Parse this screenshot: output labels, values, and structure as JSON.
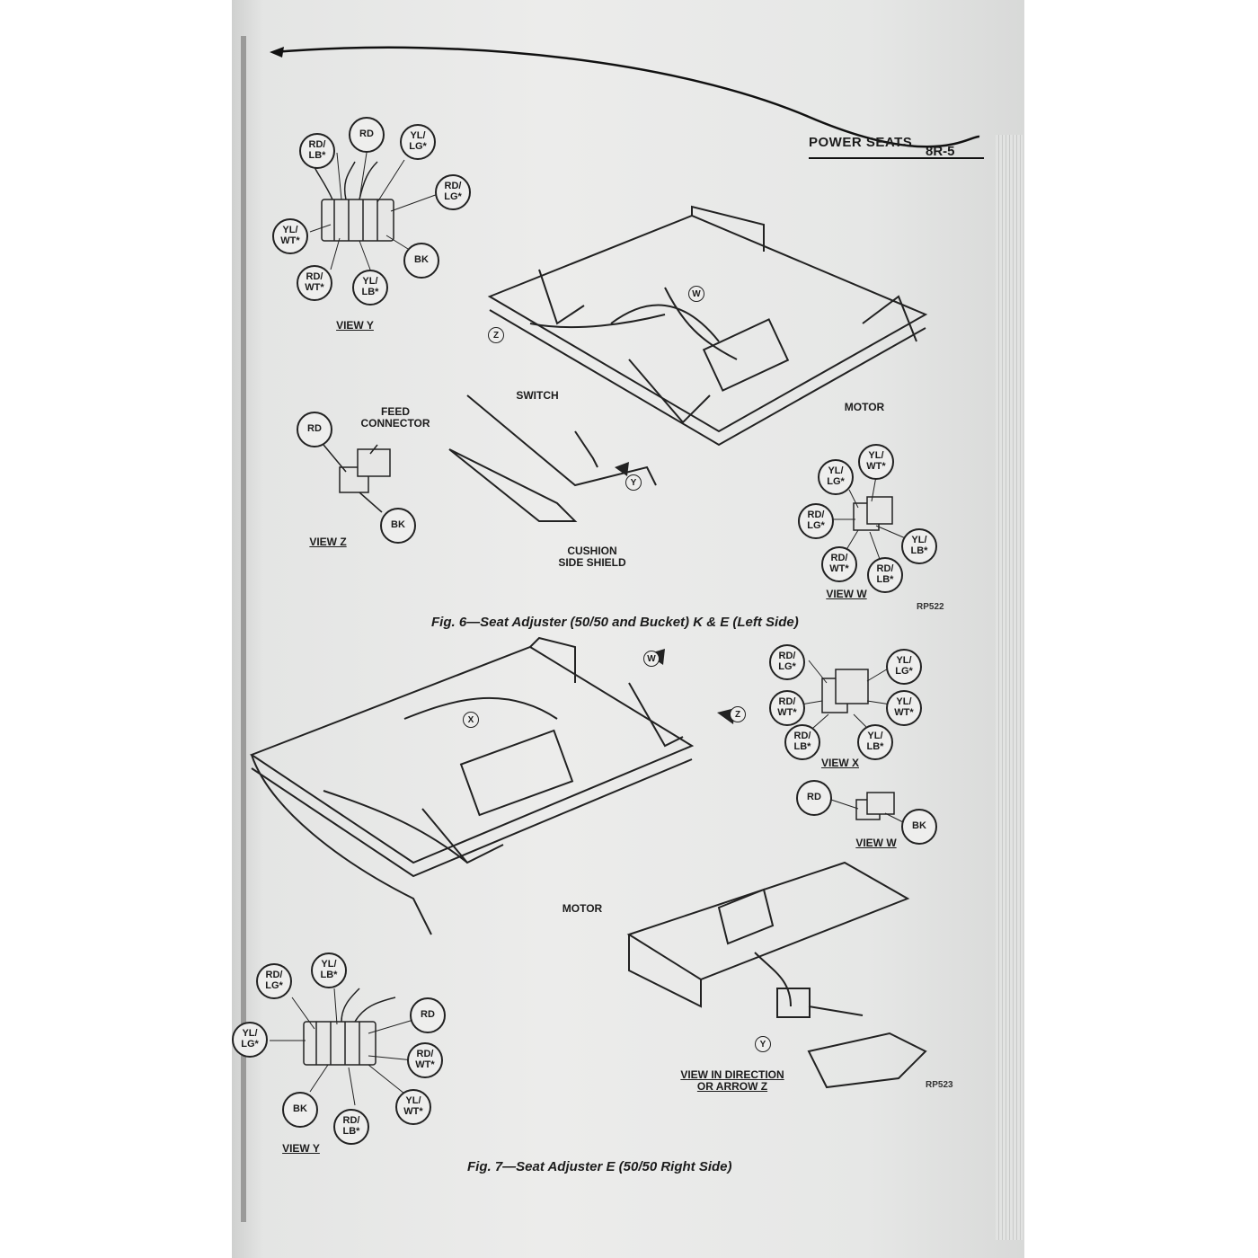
{
  "header": {
    "section": "POWER SEATS",
    "page": "8R-5"
  },
  "fig6": {
    "caption": "Fig. 6—Seat Adjuster (50/50 and Bucket) K & E (Left Side)",
    "code": "RP522",
    "view_y": {
      "title": "VIEW Y",
      "wires": [
        "RD/\nLB*",
        "RD",
        "YL/\nLG*",
        "RD/\nLG*",
        "YL/\nWT*",
        "BK",
        "RD/\nWT*",
        "YL/\nLB*"
      ]
    },
    "view_z": {
      "title": "VIEW Z",
      "connector_label": "FEED\nCONNECTOR",
      "wires": [
        "RD",
        "BK"
      ]
    },
    "view_w": {
      "title": "VIEW W",
      "wires": [
        "YL/\nLG*",
        "YL/\nWT*",
        "RD/\nLG*",
        "YL/\nLB*",
        "RD/\nWT*",
        "RD/\nLB*"
      ]
    },
    "labels": {
      "switch": "SWITCH",
      "motor": "MOTOR",
      "shield": "CUSHION\nSIDE SHIELD"
    },
    "arrows": [
      "W",
      "Z",
      "Y"
    ]
  },
  "fig7": {
    "caption": "Fig. 7—Seat Adjuster E (50/50 Right Side)",
    "code": "RP523",
    "view_x": {
      "title": "VIEW X",
      "wires": [
        "RD/\nLG*",
        "YL/\nLG*",
        "RD/\nWT*",
        "YL/\nWT*",
        "RD/\nLB*",
        "YL/\nLB*"
      ]
    },
    "view_w": {
      "title": "VIEW W",
      "wires": [
        "RD",
        "BK"
      ]
    },
    "view_y": {
      "title": "VIEW Y",
      "wires": [
        "RD/\nLG*",
        "YL/\nLB*",
        "YL/\nLG*",
        "RD",
        "RD/\nWT*",
        "YL/\nWT*",
        "BK",
        "RD/\nLB*"
      ]
    },
    "labels": {
      "motor": "MOTOR",
      "direction": "VIEW IN DIRECTION\nOR ARROW Z"
    },
    "arrows": [
      "W",
      "X",
      "Z",
      "Y"
    ]
  }
}
